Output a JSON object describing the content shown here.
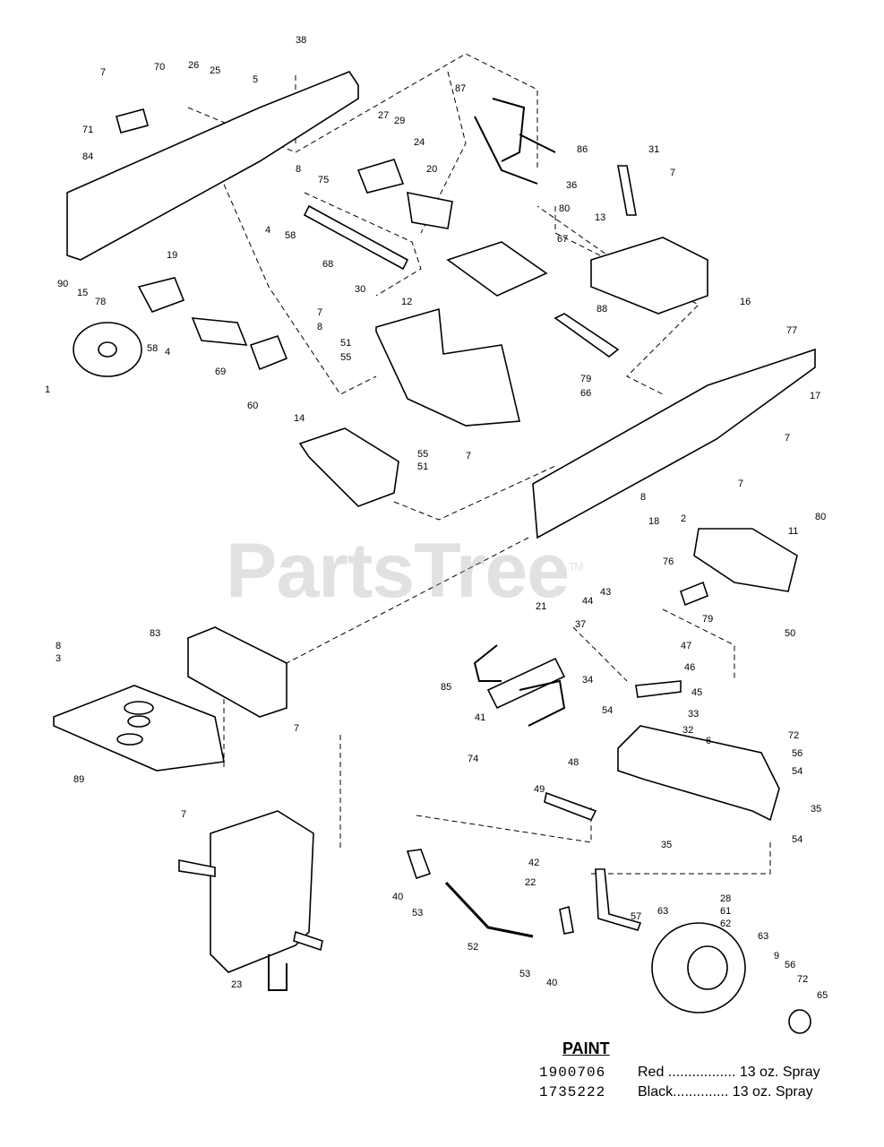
{
  "watermark": {
    "text": "PartsTree",
    "tm": "TM"
  },
  "paint": {
    "title": "PAINT",
    "rows": [
      {
        "code": "1900706",
        "desc": "Red ................. 13 oz. Spray"
      },
      {
        "code": "1735222",
        "desc": "Black.............. 13 oz. Spray"
      }
    ]
  },
  "callouts": [
    {
      "id": "38",
      "text": "38"
    },
    {
      "id": "7a",
      "text": "7"
    },
    {
      "id": "70",
      "text": "70"
    },
    {
      "id": "26",
      "text": "26"
    },
    {
      "id": "25",
      "text": "25"
    },
    {
      "id": "5",
      "text": "5"
    },
    {
      "id": "71",
      "text": "71"
    },
    {
      "id": "84",
      "text": "84"
    },
    {
      "id": "87",
      "text": "87"
    },
    {
      "id": "27",
      "text": "27"
    },
    {
      "id": "29",
      "text": "29"
    },
    {
      "id": "24",
      "text": "24"
    },
    {
      "id": "20",
      "text": "20"
    },
    {
      "id": "86",
      "text": "86"
    },
    {
      "id": "36",
      "text": "36"
    },
    {
      "id": "80a",
      "text": "80"
    },
    {
      "id": "8a",
      "text": "8"
    },
    {
      "id": "31",
      "text": "31"
    },
    {
      "id": "7b",
      "text": "7"
    },
    {
      "id": "75",
      "text": "75"
    },
    {
      "id": "4a",
      "text": "4"
    },
    {
      "id": "58a",
      "text": "58"
    },
    {
      "id": "68",
      "text": "68"
    },
    {
      "id": "30",
      "text": "30"
    },
    {
      "id": "67",
      "text": "67"
    },
    {
      "id": "13",
      "text": "13"
    },
    {
      "id": "16",
      "text": "16"
    },
    {
      "id": "19",
      "text": "19"
    },
    {
      "id": "90",
      "text": "90"
    },
    {
      "id": "15",
      "text": "15"
    },
    {
      "id": "78",
      "text": "78"
    },
    {
      "id": "12",
      "text": "12"
    },
    {
      "id": "88",
      "text": "88"
    },
    {
      "id": "77",
      "text": "77"
    },
    {
      "id": "7c",
      "text": "7"
    },
    {
      "id": "8b",
      "text": "8"
    },
    {
      "id": "51a",
      "text": "51"
    },
    {
      "id": "55a",
      "text": "55"
    },
    {
      "id": "58b",
      "text": "58"
    },
    {
      "id": "4b",
      "text": "4"
    },
    {
      "id": "69",
      "text": "69"
    },
    {
      "id": "1",
      "text": "1"
    },
    {
      "id": "60",
      "text": "60"
    },
    {
      "id": "79a",
      "text": "79"
    },
    {
      "id": "66",
      "text": "66"
    },
    {
      "id": "17",
      "text": "17"
    },
    {
      "id": "14",
      "text": "14"
    },
    {
      "id": "55b",
      "text": "55"
    },
    {
      "id": "51b",
      "text": "51"
    },
    {
      "id": "7d",
      "text": "7"
    },
    {
      "id": "7e",
      "text": "7"
    },
    {
      "id": "7f",
      "text": "7"
    },
    {
      "id": "8c",
      "text": "8"
    },
    {
      "id": "18",
      "text": "18"
    },
    {
      "id": "2",
      "text": "2"
    },
    {
      "id": "11",
      "text": "11"
    },
    {
      "id": "80b",
      "text": "80"
    },
    {
      "id": "76",
      "text": "76"
    },
    {
      "id": "43",
      "text": "43"
    },
    {
      "id": "44",
      "text": "44"
    },
    {
      "id": "79b",
      "text": "79"
    },
    {
      "id": "50",
      "text": "50"
    },
    {
      "id": "21",
      "text": "21"
    },
    {
      "id": "37",
      "text": "37"
    },
    {
      "id": "83",
      "text": "83"
    },
    {
      "id": "8d",
      "text": "8"
    },
    {
      "id": "3",
      "text": "3"
    },
    {
      "id": "47",
      "text": "47"
    },
    {
      "id": "46",
      "text": "46"
    },
    {
      "id": "85",
      "text": "85"
    },
    {
      "id": "34",
      "text": "34"
    },
    {
      "id": "45",
      "text": "45"
    },
    {
      "id": "33",
      "text": "33"
    },
    {
      "id": "32",
      "text": "32"
    },
    {
      "id": "41",
      "text": "41"
    },
    {
      "id": "54a",
      "text": "54"
    },
    {
      "id": "7g",
      "text": "7"
    },
    {
      "id": "74",
      "text": "74"
    },
    {
      "id": "6",
      "text": "6"
    },
    {
      "id": "72a",
      "text": "72"
    },
    {
      "id": "56a",
      "text": "56"
    },
    {
      "id": "54b",
      "text": "54"
    },
    {
      "id": "89",
      "text": "89"
    },
    {
      "id": "48",
      "text": "48"
    },
    {
      "id": "49",
      "text": "49"
    },
    {
      "id": "35a",
      "text": "35"
    },
    {
      "id": "7h",
      "text": "7"
    },
    {
      "id": "35b",
      "text": "35"
    },
    {
      "id": "54c",
      "text": "54"
    },
    {
      "id": "42",
      "text": "42"
    },
    {
      "id": "22",
      "text": "22"
    },
    {
      "id": "28",
      "text": "28"
    },
    {
      "id": "61",
      "text": "61"
    },
    {
      "id": "62",
      "text": "62"
    },
    {
      "id": "40a",
      "text": "40"
    },
    {
      "id": "57",
      "text": "57"
    },
    {
      "id": "53a",
      "text": "53"
    },
    {
      "id": "63a",
      "text": "63"
    },
    {
      "id": "63b",
      "text": "63"
    },
    {
      "id": "9",
      "text": "9"
    },
    {
      "id": "56b",
      "text": "56"
    },
    {
      "id": "72b",
      "text": "72"
    },
    {
      "id": "52",
      "text": "52"
    },
    {
      "id": "65",
      "text": "65"
    },
    {
      "id": "53b",
      "text": "53"
    },
    {
      "id": "40b",
      "text": "40"
    },
    {
      "id": "23",
      "text": "23"
    }
  ]
}
